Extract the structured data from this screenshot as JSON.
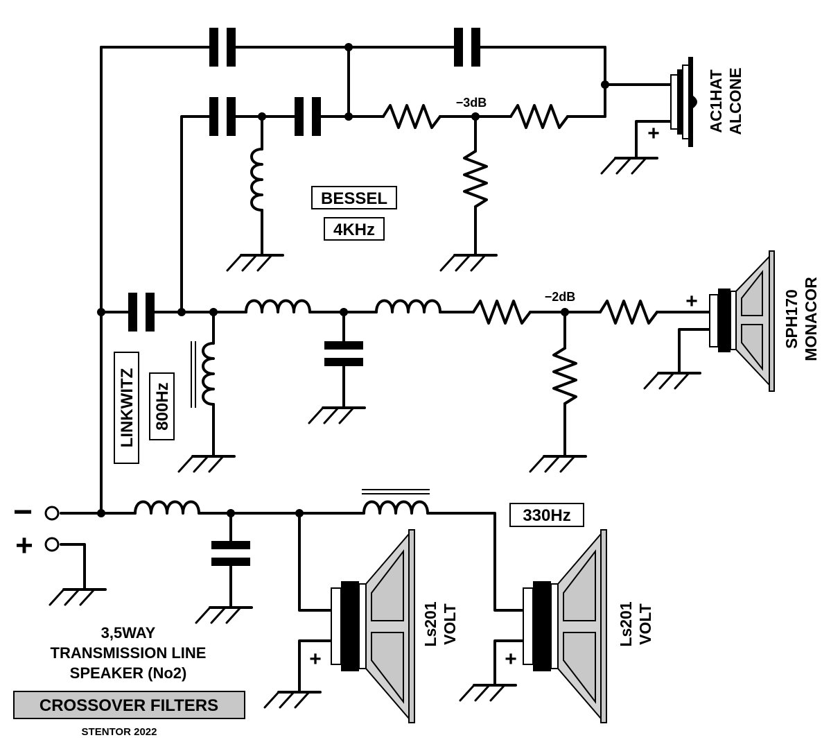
{
  "diagram": {
    "filters": {
      "tweeter": {
        "type": "BESSEL",
        "frequency": "4KHz",
        "attenuation": "−3dB"
      },
      "midrange": {
        "type": "LINKWITZ",
        "frequency": "800Hz",
        "attenuation": "−2dB"
      },
      "woofer": {
        "frequency": "330Hz"
      }
    },
    "drivers": {
      "tweeter": {
        "model": "AC1HAT",
        "brand": "ALCONE"
      },
      "midrange": {
        "model": "SPH170",
        "brand": "MONACOR"
      },
      "woofer_1": {
        "model": "Ls201",
        "brand": "VOLT"
      },
      "woofer_2": {
        "model": "Ls201",
        "brand": "VOLT"
      }
    },
    "terminals": {
      "minus": "−",
      "plus": "+"
    },
    "polarity_mark": "+",
    "caption": {
      "line1": "3,5WAY",
      "line2": "TRANSMISSION LINE",
      "line3": "SPEAKER  (No2)",
      "banner": "CROSSOVER FILTERS",
      "author": "STENTOR  2022"
    }
  }
}
